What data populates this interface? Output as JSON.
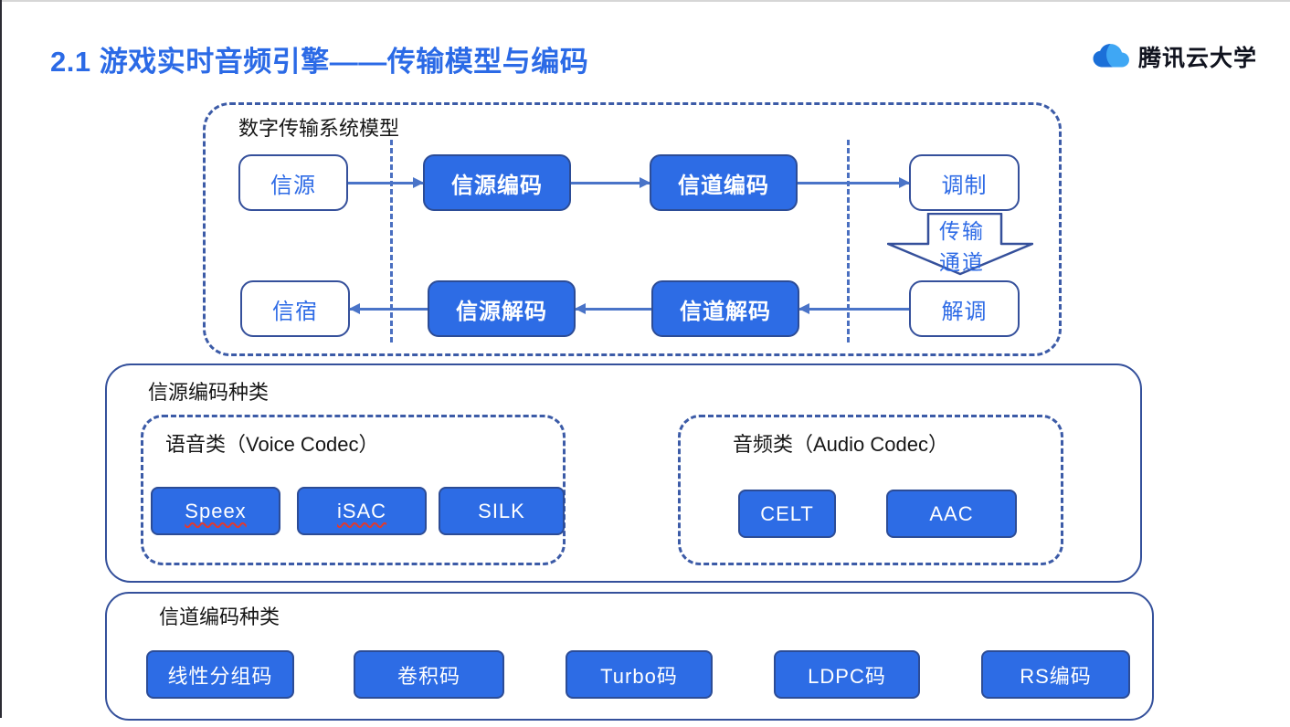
{
  "header": {
    "title": "2.1 游戏实时音频引擎——传输模型与编码",
    "logo_text": "腾讯云大学"
  },
  "transmission_model": {
    "label": "数字传输系统模型",
    "top_row": [
      {
        "id": "source",
        "label": "信源",
        "style": "outline"
      },
      {
        "id": "source-encoding",
        "label": "信源编码",
        "style": "filled"
      },
      {
        "id": "channel-encoding",
        "label": "信道编码",
        "style": "filled"
      },
      {
        "id": "modulation",
        "label": "调制",
        "style": "outline"
      }
    ],
    "bottom_row": [
      {
        "id": "sink",
        "label": "信宿",
        "style": "outline"
      },
      {
        "id": "source-decoding",
        "label": "信源解码",
        "style": "filled"
      },
      {
        "id": "channel-decoding",
        "label": "信道解码",
        "style": "filled"
      },
      {
        "id": "demodulation",
        "label": "解调",
        "style": "outline"
      }
    ],
    "channel_arrow": {
      "line1": "传输",
      "line2": "通道"
    }
  },
  "source_coding": {
    "label": "信源编码种类",
    "voice": {
      "label": "语音类（Voice Codec）",
      "items": [
        {
          "label": "Speex",
          "misspelled": true
        },
        {
          "label": "iSAC",
          "misspelled": true
        },
        {
          "label": "SILK",
          "misspelled": false
        }
      ]
    },
    "audio": {
      "label": "音频类（Audio Codec）",
      "items": [
        {
          "label": "CELT",
          "misspelled": false
        },
        {
          "label": "AAC",
          "misspelled": false
        }
      ]
    }
  },
  "channel_coding": {
    "label": "信道编码种类",
    "items": [
      {
        "label": "线性分组码"
      },
      {
        "label": "卷积码"
      },
      {
        "label": "Turbo码"
      },
      {
        "label": "LDPC码"
      },
      {
        "label": "RS编码"
      }
    ]
  },
  "colors": {
    "title_blue": "#2b6ae6",
    "node_fill_blue": "#2d6ce5",
    "node_border_navy": "#2c4c96",
    "panel_border_navy": "#34509b",
    "dashed_blue": "#3c5ba7",
    "arrow_blue": "#4a74c8",
    "spellcheck_red": "#e03a2f",
    "logo_dark_blue": "#1b6fd8",
    "logo_light_blue": "#3fa7f4"
  }
}
